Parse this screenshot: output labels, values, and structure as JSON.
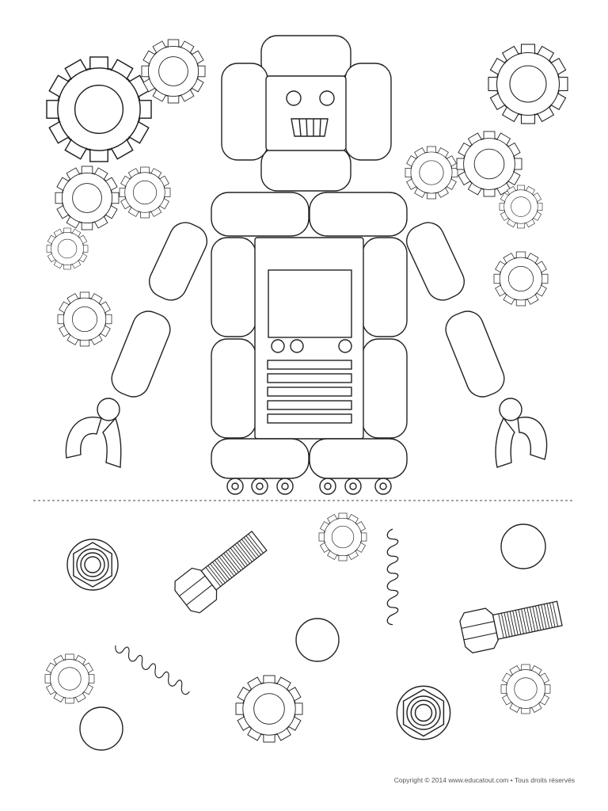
{
  "footer": {
    "copyright": "Copyright © 2014 www.educatout.com • Tous droits réservés"
  },
  "colors": {
    "ink": "#222222",
    "paper": "#ffffff"
  },
  "illustration": {
    "subject": "robot-assembly-coloring-page",
    "parts": [
      "robot",
      "gears",
      "nuts",
      "bolts",
      "springs",
      "washers",
      "cut-line"
    ]
  }
}
